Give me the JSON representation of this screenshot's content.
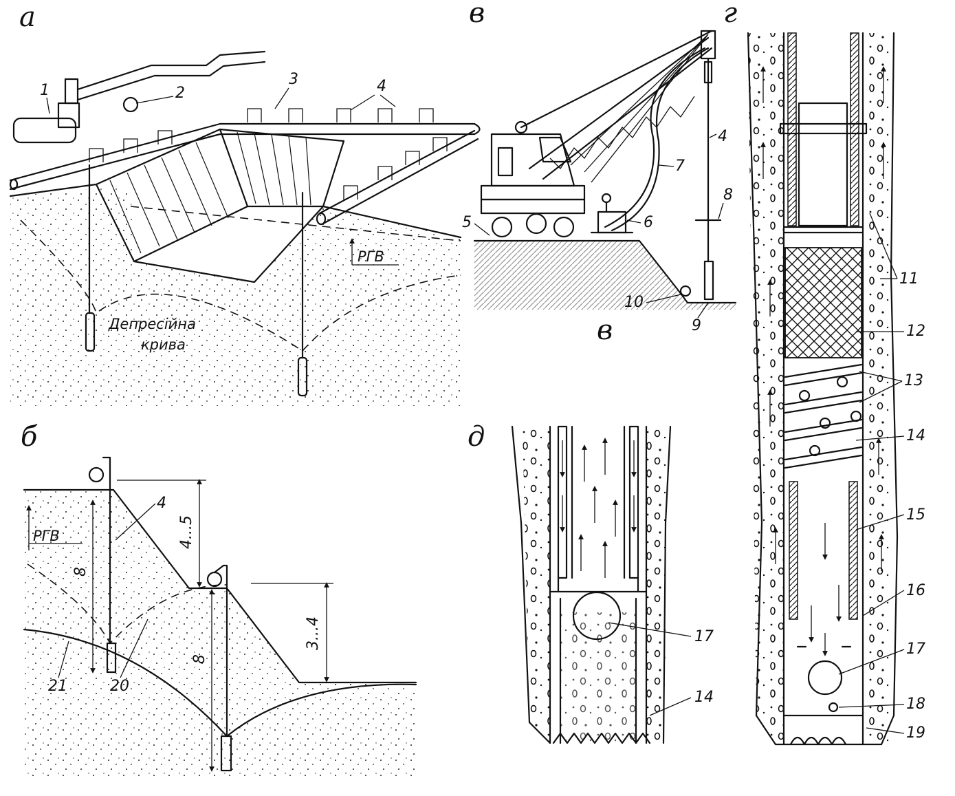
{
  "panels": {
    "a": {
      "label": "а",
      "annotation": "Депресійна крива",
      "annotation_line1": "Депресійна",
      "annotation_line2": "крива",
      "rgv": "РГВ"
    },
    "b": {
      "label": "б",
      "rgv": "РГВ",
      "dim_top": "4...5",
      "dim_right": "3...4",
      "dim_depth": "8"
    },
    "v": {
      "label": "в",
      "label_bottom": "в"
    },
    "g": {
      "label": "г"
    },
    "d": {
      "label": "д"
    }
  },
  "callouts": {
    "n1": "1",
    "n2": "2",
    "n3": "3",
    "n4": "4",
    "n5": "5",
    "n6": "6",
    "n7": "7",
    "n8": "8",
    "n9": "9",
    "n10": "10",
    "n11": "11",
    "n12": "12",
    "n13": "13",
    "n14": "14",
    "n15": "15",
    "n16": "16",
    "n17": "17",
    "n18": "18",
    "n19": "19",
    "n20": "20",
    "n21": "21"
  }
}
